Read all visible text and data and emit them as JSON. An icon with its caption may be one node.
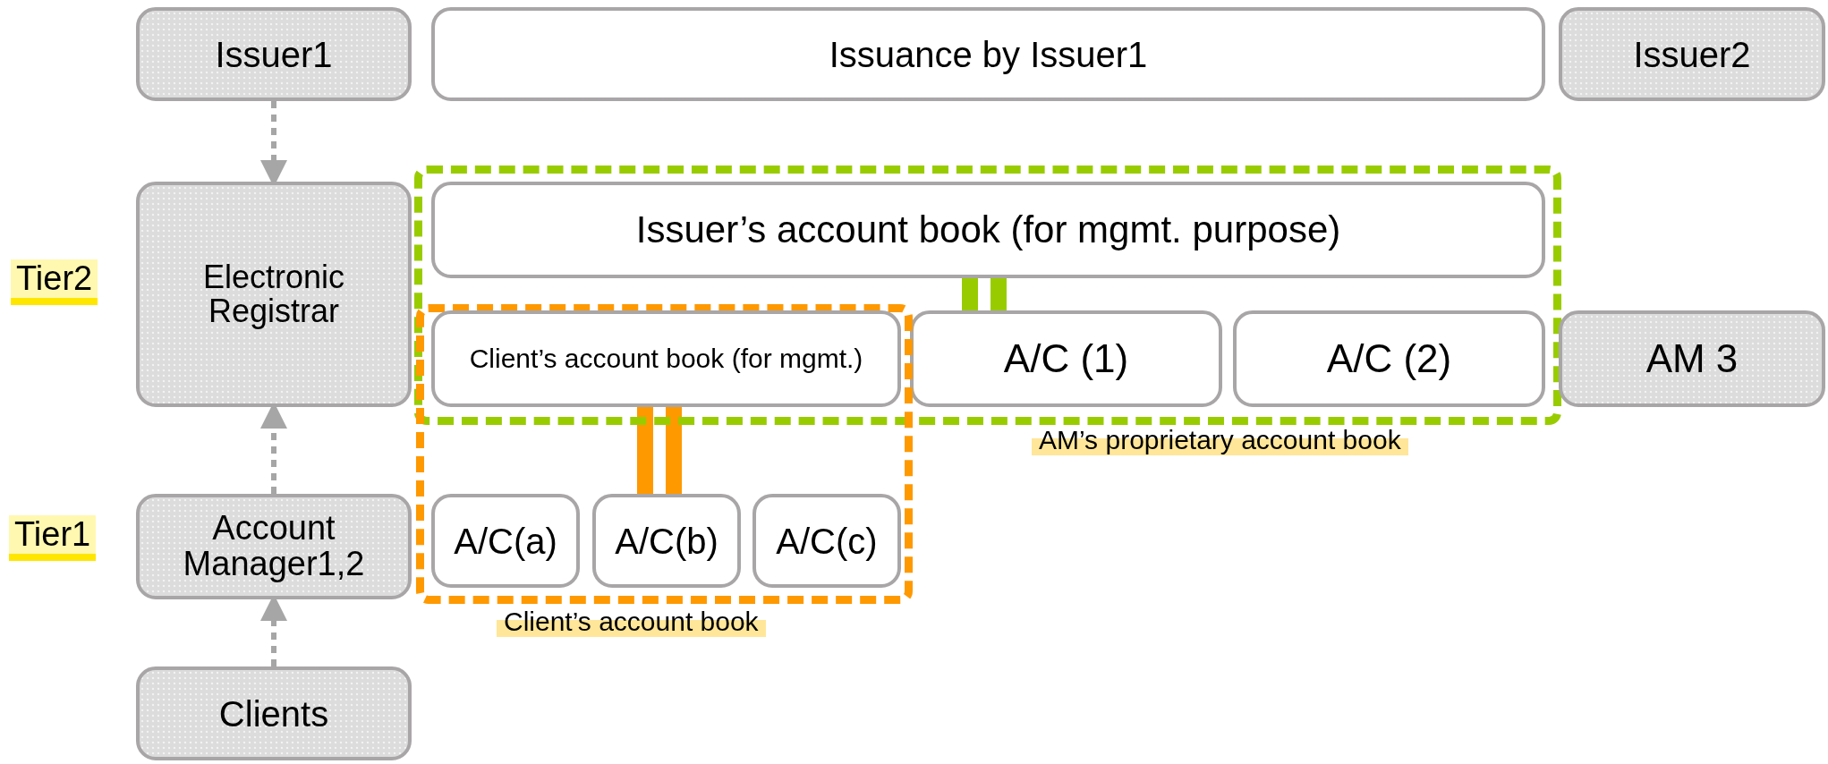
{
  "diagram": {
    "nodes": [
      {
        "text": [
          "Issuer1"
        ]
      },
      {
        "text": [
          "Issuance by Issuer1"
        ]
      },
      {
        "text": [
          "Issuer2"
        ]
      },
      {
        "text": [
          "Electronic Registrar"
        ]
      },
      {
        "text": [
          "AM’s proprietary account book"
        ]
      },
      {
        "text": [
          "Issuer’s account book (for mgmt. purpose)"
        ],
        "in": 4
      },
      {
        "text": [
          "Client’s account book"
        ]
      },
      {
        "text": [
          "Client’s account book (for mgmt.)"
        ]
      },
      {
        "text": [
          "A/C (1)"
        ],
        "in": 4
      },
      {
        "text": [
          "A/C (2)"
        ],
        "in": 4
      },
      {
        "text": [
          "AM 3"
        ]
      },
      {
        "text": [
          "Account Manager1,2"
        ]
      },
      {
        "text": [
          "A/C(a)"
        ],
        "in": 6
      },
      {
        "text": [
          "A/C(b)"
        ],
        "in": 6
      },
      {
        "text": [
          "A/C(c)"
        ],
        "in": 6
      },
      {
        "text": [
          "Clients"
        ]
      }
    ],
    "edges": [
      {
        "from": 0,
        "to": 3,
        "arrow": "to",
        "style": "dashed"
      },
      {
        "from": 11,
        "to": 3,
        "arrow": "to",
        "style": "dashed"
      },
      {
        "from": 15,
        "to": 11,
        "arrow": "to",
        "style": "dashed"
      },
      {
        "from": 5,
        "to": 8,
        "arrow": "none",
        "style": "thick",
        "color": "#99cc00"
      },
      {
        "from": 7,
        "to": 13,
        "arrow": "none",
        "style": "thick",
        "color": "#ff9900"
      }
    ],
    "labels": [
      "Tier2",
      "Tier1"
    ]
  }
}
